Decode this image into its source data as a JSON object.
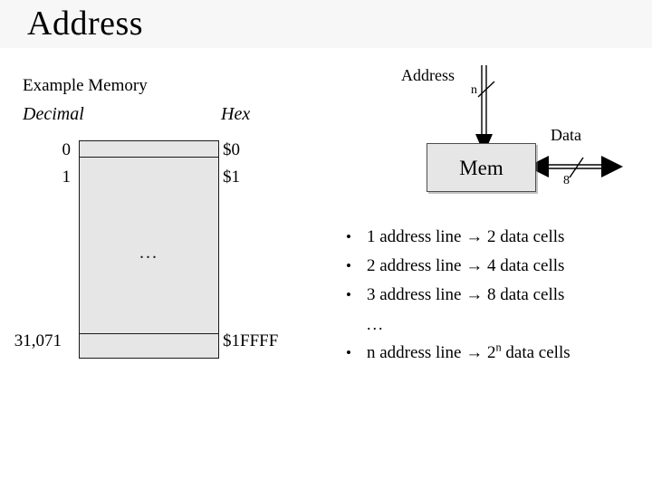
{
  "slide": {
    "title": "Address"
  },
  "memory_figure": {
    "caption": "Example Memory",
    "decimal_header": "Decimal",
    "hex_header": "Hex",
    "ellipsis": "...",
    "rows": [
      {
        "decimal": "0",
        "hex": "$0"
      },
      {
        "decimal": "1",
        "hex": "$1"
      },
      {
        "decimal": "31,071",
        "hex": "$1FFFF"
      }
    ],
    "fill_color": "#e6e6e6",
    "border_color": "#1a1a1a"
  },
  "mem_block": {
    "address_label": "Address",
    "address_width": "n",
    "data_label": "Data",
    "data_width": "8",
    "box_label": "Mem",
    "box_fill": "#e6e6e6",
    "box_border": "#4d4d4d"
  },
  "bullets": [
    {
      "mark": "•",
      "text": "1 address line → 2 data cells"
    },
    {
      "mark": "•",
      "text": "2 address line → 4 data cells"
    },
    {
      "mark": "•",
      "text": "3 address line → 8 data cells"
    },
    {
      "mark": "",
      "text": "..."
    },
    {
      "mark": "•",
      "text_prefix": "n address line → 2",
      "text_sup": "n",
      "text_suffix": " data cells"
    }
  ]
}
